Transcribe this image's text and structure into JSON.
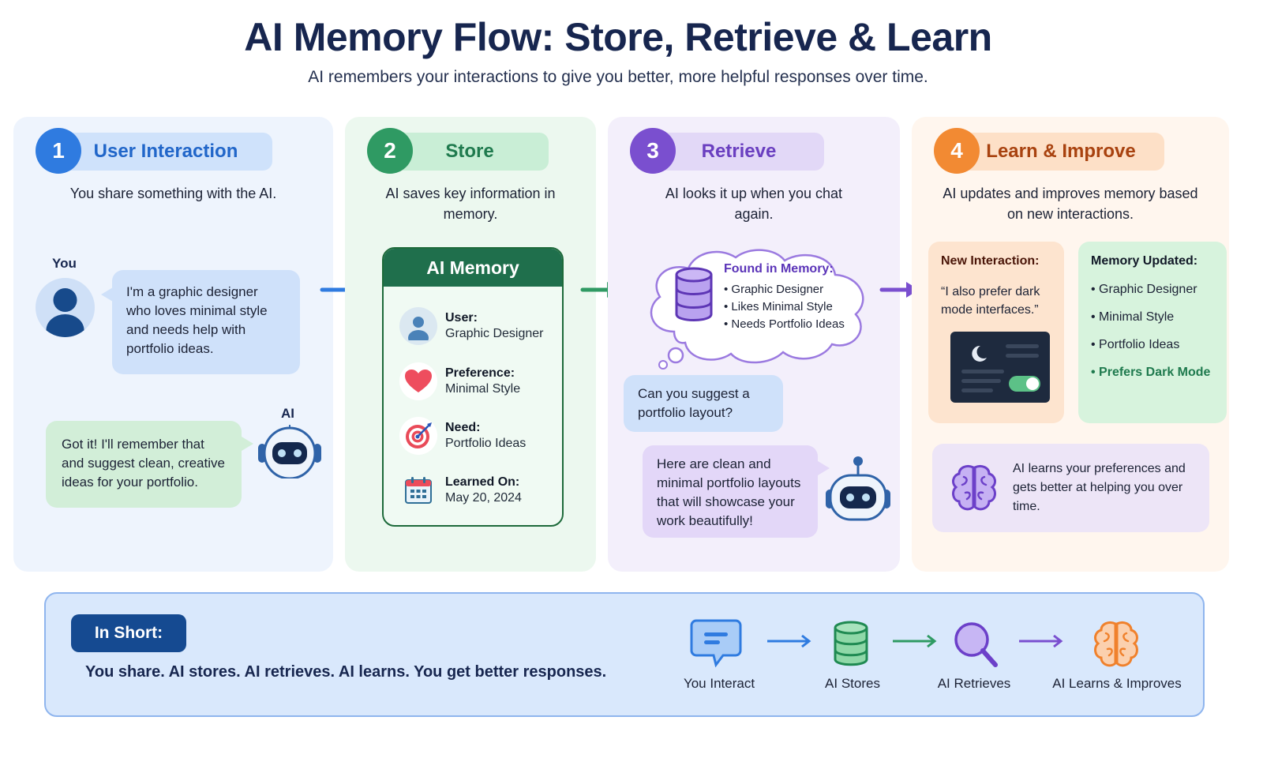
{
  "header": {
    "title": "AI Memory Flow: Store, Retrieve & Learn",
    "subtitle": "AI remembers your interactions to give you better, more helpful responses over time."
  },
  "colors": {
    "step1": "#2f7be0",
    "step2": "#2f9a63",
    "step3": "#7a4fcf",
    "step4": "#f28a33",
    "navy": "#17264f"
  },
  "steps": [
    {
      "number": "1",
      "title": "User Interaction",
      "description": "You share something with the AI.",
      "you_label": "You",
      "user_message": "I'm a graphic designer who loves minimal style and needs help with portfolio ideas.",
      "ai_label": "AI",
      "ai_message": "Got it! I'll remember that and suggest clean, creative ideas for your portfolio."
    },
    {
      "number": "2",
      "title": "Store",
      "description": "AI saves key information in memory.",
      "memory_card": {
        "title": "AI Memory",
        "items": [
          {
            "label": "User:",
            "value": "Graphic Designer",
            "icon": "user-icon"
          },
          {
            "label": "Preference:",
            "value": "Minimal Style",
            "icon": "heart-icon"
          },
          {
            "label": "Need:",
            "value": "Portfolio Ideas",
            "icon": "target-icon"
          },
          {
            "label": "Learned On:",
            "value": "May 20, 2024",
            "icon": "calendar-icon"
          }
        ]
      }
    },
    {
      "number": "3",
      "title": "Retrieve",
      "description": "AI looks it up when you chat again.",
      "found": {
        "title": "Found in Memory:",
        "items": [
          "Graphic Designer",
          "Likes Minimal Style",
          "Needs Portfolio Ideas"
        ]
      },
      "user_message": "Can you suggest a portfolio layout?",
      "ai_message": "Here are clean and minimal portfolio layouts that will showcase your work beautifully!"
    },
    {
      "number": "4",
      "title": "Learn & Improve",
      "description": "AI updates and improves memory based on new interactions.",
      "new_interaction": {
        "title": "New Interaction:",
        "quote": "“I also prefer dark mode interfaces.”"
      },
      "memory_updated": {
        "title": "Memory Updated:",
        "items": [
          "Graphic Designer",
          "Minimal Style",
          "Portfolio Ideas"
        ],
        "new_item": "Prefers Dark Mode"
      },
      "learns_note": "AI learns your preferences and gets better at helping you over time."
    }
  ],
  "summary": {
    "badge": "In Short:",
    "text": "You share. AI stores. AI retrieves. AI learns. You get better responses.",
    "flow": [
      {
        "label": "You Interact",
        "icon": "chat-icon"
      },
      {
        "label": "AI Stores",
        "icon": "database-icon"
      },
      {
        "label": "AI Retrieves",
        "icon": "magnifier-icon"
      },
      {
        "label": "AI Learns & Improves",
        "icon": "brain-icon"
      }
    ]
  }
}
